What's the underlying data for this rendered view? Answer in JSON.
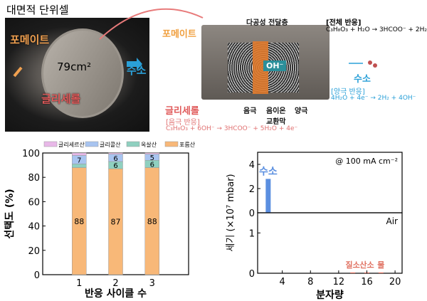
{
  "title": "대면적 단위셀",
  "photo": {
    "formate": "포메이트",
    "area": "79cm²",
    "hydrogen": "수소",
    "glycerol": "글리세롤"
  },
  "diagram": {
    "formate": "포메이트",
    "glycerol": "글리세롤",
    "anode_reaction_title": "[음극 반응]",
    "anode_reaction": "C₃H₈O₃ + 6OH⁻ → 3HCOO⁻ +  5H₂O + 4e⁻",
    "porous_layer": "다공성 전달층",
    "oh": "OH⁻",
    "negative": "음극",
    "membrane": "음이온\n교환막",
    "positive": "양극",
    "overall_title": "[전체 반응]",
    "overall": "C₃H₈O₃ + H₂O → 3HCOO⁻ + 2H₂",
    "hydrogen": "수소",
    "cathode_reaction_title": "[양극 반응]",
    "cathode_reaction": "4H₂O + 4e⁻ → 2H₂ + 4OH⁻"
  },
  "colors": {
    "formate": "#f0a040",
    "glycerol": "#e05a5a",
    "hydrogen": "#2aa0d8"
  },
  "chart_data": [
    {
      "type": "bar",
      "stacked": true,
      "categories": [
        "1",
        "2",
        "3"
      ],
      "xlabel": "반응 사이클 수",
      "ylabel": "선택도 (%)",
      "ylim": [
        0,
        100
      ],
      "yticks": [
        0,
        20,
        40,
        60,
        80,
        100
      ],
      "legend": "top",
      "series": [
        {
          "name": "포름산",
          "values": [
            88,
            87,
            88
          ],
          "color": "#f8b878",
          "labels": [
            "88",
            "87",
            "88"
          ]
        },
        {
          "name": "옥살산",
          "values": [
            3,
            6,
            6
          ],
          "color": "#8fd0c0",
          "labels": [
            "",
            "6",
            "6"
          ]
        },
        {
          "name": "글리콜산",
          "values": [
            7,
            6,
            5
          ],
          "color": "#a8c4f0",
          "labels": [
            "7",
            "6",
            "5"
          ]
        },
        {
          "name": "글리세르산",
          "values": [
            2,
            1,
            1
          ],
          "color": "#e8b8e8",
          "labels": [
            "",
            "",
            ""
          ]
        }
      ]
    },
    {
      "type": "bar",
      "xlabel": "분자량",
      "ylabel": "세기 (×10⁷ mbar)",
      "xlim": [
        0.5,
        21
      ],
      "xticks": [
        4,
        8,
        12,
        16,
        20
      ],
      "panels": [
        {
          "annotation": "@ 100 mA cm⁻²",
          "ylim": [
            0,
            5
          ],
          "yticks": [
            0,
            2,
            4
          ],
          "bars": [
            {
              "x": 2,
              "y": 2.8,
              "label": "수소",
              "color": "#5b8fe0"
            },
            {
              "x": 18,
              "y": 0.03,
              "label": "",
              "color": "#5b8fe0"
            }
          ]
        },
        {
          "annotation": "Air",
          "ylim": [
            0,
            1.5
          ],
          "yticks": [
            0,
            1
          ],
          "bars": [
            {
              "x": 14,
              "y": 0.02,
              "label": "질소",
              "color": "#e07060"
            },
            {
              "x": 16,
              "y": 0.02,
              "label": "산소",
              "color": "#e07060"
            },
            {
              "x": 18,
              "y": 0.02,
              "label": "물",
              "color": "#e07060"
            }
          ]
        }
      ]
    }
  ]
}
